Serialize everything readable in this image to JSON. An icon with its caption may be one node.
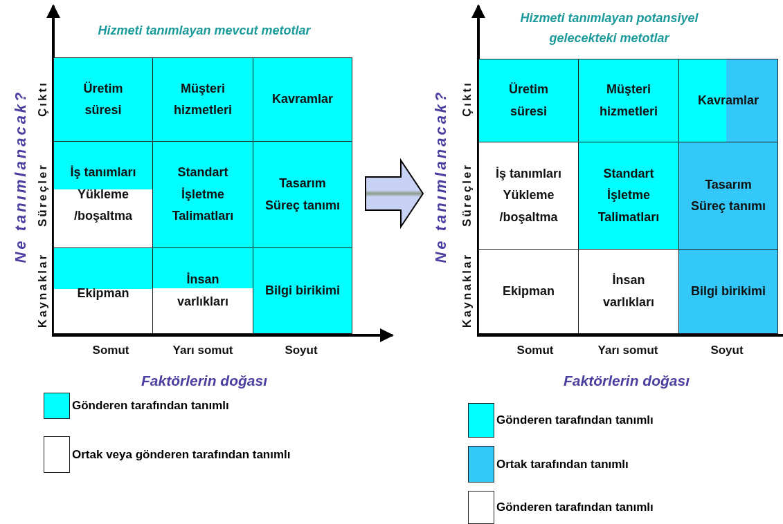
{
  "diagram": {
    "nodes": [
      {
        "text": [
          "Hizmeti tanımlayan mevcut metotlar"
        ]
      },
      {
        "text": [
          "Üretim süresi"
        ],
        "in": 0
      },
      {
        "text": [
          "Müşteri hizmetleri"
        ],
        "in": 0
      },
      {
        "text": [
          "Kavramlar"
        ],
        "in": 0
      },
      {
        "text": [
          "İş tanımları",
          "Yükleme /boşaltma"
        ],
        "in": 0
      },
      {
        "text": [
          "Standart İşletme Talimatları"
        ],
        "in": 0
      },
      {
        "text": [
          "Tasarım",
          "Süreç tanımı"
        ],
        "in": 0
      },
      {
        "text": [
          "Ekipman"
        ],
        "in": 0
      },
      {
        "text": [
          "İnsan varlıkları"
        ],
        "in": 0
      },
      {
        "text": [
          "Bilgi birikimi"
        ],
        "in": 0
      },
      {
        "text": [
          "Hizmeti tanımlayan potansiyel gelecekteki metotlar"
        ]
      },
      {
        "text": [
          "Üretim süresi"
        ],
        "in": 10
      },
      {
        "text": [
          "Müşteri hizmetleri"
        ],
        "in": 10
      },
      {
        "text": [
          "Kavramlar"
        ],
        "in": 10
      },
      {
        "text": [
          "İş tanımları",
          "Yükleme /boşaltma"
        ],
        "in": 10
      },
      {
        "text": [
          "Standart İşletme Talimatları"
        ],
        "in": 10
      },
      {
        "text": [
          "Tasarım",
          "Süreç tanımı"
        ],
        "in": 10
      },
      {
        "text": [
          "Ekipman"
        ],
        "in": 10
      },
      {
        "text": [
          "İnsan varlıkları"
        ],
        "in": 10
      },
      {
        "text": [
          "Bilgi birikimi"
        ],
        "in": 10
      }
    ],
    "edges": [
      {
        "from": 0,
        "to": 10,
        "arrow": "to"
      }
    ],
    "labels": [
      "Ne tanımlanacak?",
      "Çıktı",
      "Süreçler",
      "Kaynaklar",
      "Somut",
      "Yarı somut",
      "Soyut",
      "Faktörlerin doğası",
      "Ne tanımlanacak?",
      "Çıktı",
      "Süreçler",
      "Kaynaklar",
      "Somut",
      "Yarı somut",
      "Soyut",
      "Faktörlerin doğası"
    ],
    "legend": [
      {
        "text": "Gönderen tarafından tanımlı",
        "color": "#00ffff"
      },
      {
        "text": "Ortak veya gönderen tarafından tanımlı",
        "color": "#ffffff"
      },
      {
        "text": "Gönderen tarafından tanımlı",
        "color": "#00ffff"
      },
      {
        "text": "Ortak tarafından tanımlı",
        "color": "#33c8f8"
      },
      {
        "text": "Gönderen tarafından tanımlı",
        "color": "#ffffff"
      }
    ]
  }
}
